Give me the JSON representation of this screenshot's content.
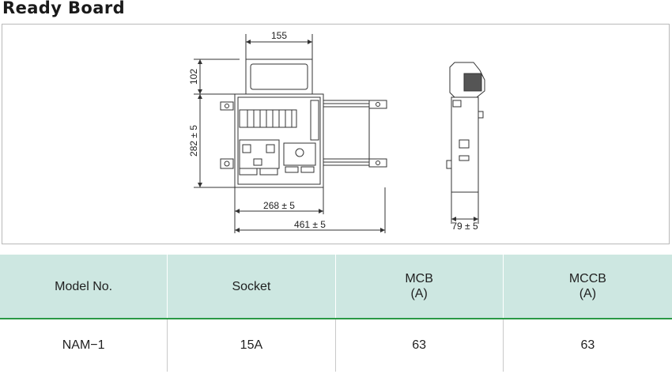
{
  "title": "Ready Board",
  "drawing": {
    "dim_top": "155",
    "dim_height_upper": "102",
    "dim_height_main": "282 ± 5",
    "dim_width_inner": "268 ± 5",
    "dim_width_total": "461 ± 5",
    "dim_depth": "79 ± 5"
  },
  "table": {
    "headers": {
      "model": "Model No.",
      "socket": "Socket",
      "mcb_line1": "MCB",
      "mcb_line2": "(A)",
      "mccb_line1": "MCCB",
      "mccb_line2": "(A)"
    },
    "rows": [
      {
        "model": "NAM−1",
        "socket": "15A",
        "mcb": "63",
        "mccb": "63"
      }
    ]
  },
  "colors": {
    "header_bg": "#cde7e1",
    "accent_line": "#2a9a46"
  }
}
